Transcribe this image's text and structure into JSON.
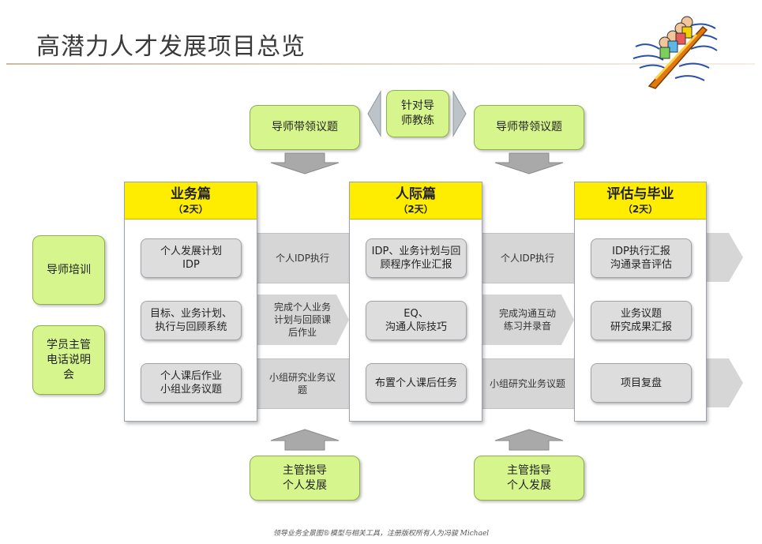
{
  "title": "高潜力人才发展项目总览",
  "top": {
    "mentor_left": "导师带领议题",
    "coaching": "针对导\n师教练",
    "mentor_right": "导师带领议题"
  },
  "left": {
    "mentor_training": "导师培训",
    "briefing": "学员主管\n电话说明\n会"
  },
  "columns": [
    {
      "title": "业务篇",
      "sub": "（2天）",
      "items": [
        "个人发展计划\nIDP",
        "目标、业务计划、\n执行与回顾系统",
        "个人课后作业\n小组业务议题"
      ]
    },
    {
      "title": "人际篇",
      "sub": "（2天）",
      "items": [
        "IDP、业务计划与回\n顾程序作业汇报",
        "EQ、\n沟通人际技巧",
        "布置个人课后任务"
      ]
    },
    {
      "title": "评估与毕业",
      "sub": "（2天）",
      "items": [
        "IDP执行汇报\n沟通录音评估",
        "业务议题\n研究成果汇报",
        "项目复盘"
      ]
    }
  ],
  "bands": {
    "b1_r1": "个人IDP执行",
    "b1_r2": "完成个人业务\n计划与回顾课\n后作业",
    "b1_r3": "小组研究业务议\n题",
    "b2_r1": "个人IDP执行",
    "b2_r2": "完成沟通互动\n练习并录音",
    "b2_r3": "小组研究业务议题"
  },
  "bottom": {
    "supervisor_left": "主管指导\n个人发展",
    "supervisor_right": "主管指导\n个人发展"
  },
  "footer": "领导业务全景图®模型与相关工具，注册版权所有人为冯骏 Michael",
  "colors": {
    "green": "#d7f58d",
    "yellow": "#ffed00",
    "gray": "#dddddd",
    "band": "#d6d6d6"
  }
}
